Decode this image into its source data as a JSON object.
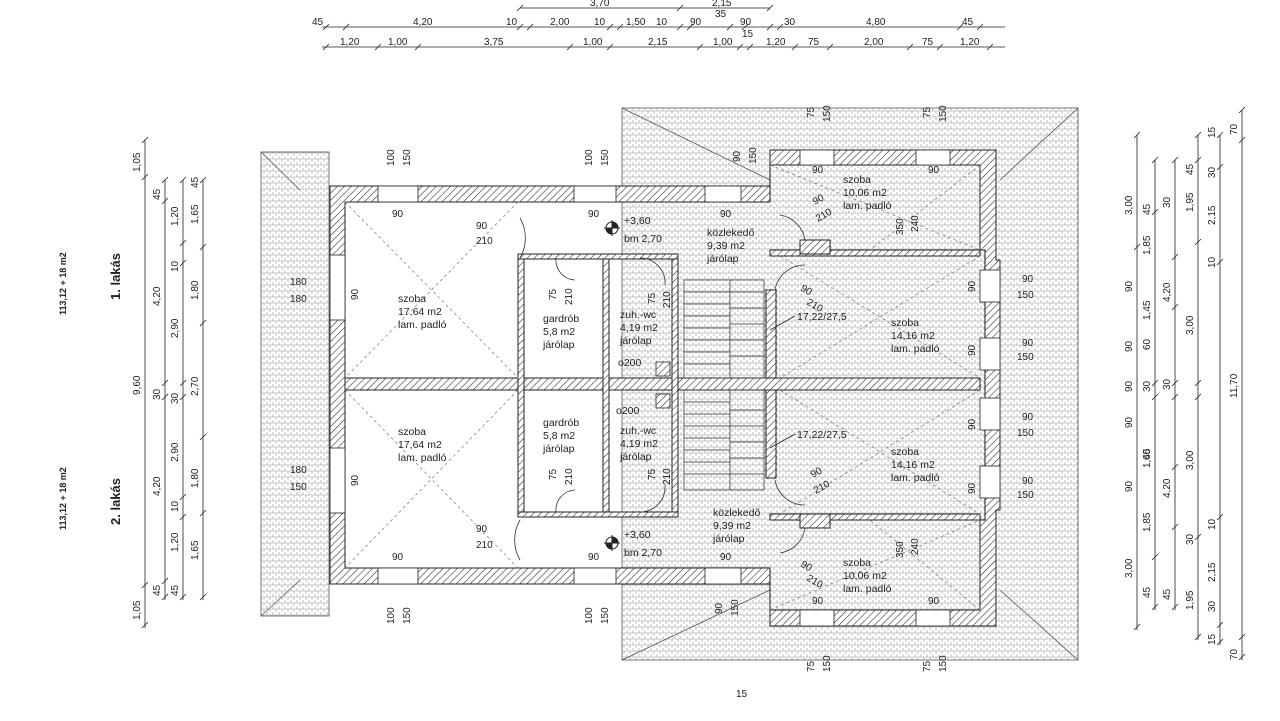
{
  "top_dims": {
    "row0": [
      "3,70",
      "2,15"
    ],
    "row1": [
      "45",
      "4,20",
      "10",
      "2,00",
      "10",
      "1,50",
      "10",
      "90",
      "90",
      "30",
      "4,80",
      "45"
    ],
    "row1b": [
      "35",
      "15"
    ],
    "row2": [
      "1,20",
      "1,00",
      "3,75",
      "1,00",
      "2,15",
      "1,00",
      "1,20",
      "75",
      "2,00",
      "75",
      "1,20"
    ]
  },
  "left_labels": {
    "unit1": "1. lakás",
    "unit1_area": "113,12 + 18 m2",
    "unit2": "2. lakás",
    "unit2_area": "113,12 + 18 m2"
  },
  "left_dims": {
    "outer": [
      "1,05",
      "9,60",
      "1,05"
    ],
    "mid": [
      "45",
      "4,20",
      "30",
      "4,20",
      "45"
    ],
    "inner": [
      "1,20",
      "10",
      "2,90",
      "30",
      "2,90",
      "10",
      "1,20"
    ],
    "inner2": [
      "45",
      "1,65",
      "1,80",
      "2,70",
      "1,80",
      "1,65",
      "45"
    ]
  },
  "right_dims": {
    "a": [
      "3,00",
      "1,85",
      "90",
      "1,45",
      "90",
      "90",
      "90",
      "1,45",
      "90",
      "1,85",
      "3,00"
    ],
    "b": [
      "45",
      "60",
      "30",
      "60",
      "45"
    ],
    "c": [
      "15",
      "45",
      "30",
      "4,20",
      "30",
      "4,20",
      "30",
      "45",
      "15"
    ],
    "d": [
      "1,95",
      "3,00",
      "3,00",
      "1,95"
    ],
    "e": [
      "30",
      "2,15",
      "10",
      "10",
      "2,15",
      "30"
    ],
    "f": [
      "70",
      "11,70",
      "70"
    ]
  },
  "rooms": {
    "szoba_w1": [
      "szoba",
      "17,64 m2",
      "lam. padló"
    ],
    "gardrob1": [
      "gardrób",
      "5,8 m2",
      "járólap"
    ],
    "zuh1": [
      "zuh.-wc",
      "4,19 m2",
      "járólap"
    ],
    "kozl1": [
      "közlekedő",
      "9,39 m2",
      "járólap"
    ],
    "szoba_ne1": [
      "szoba",
      "10,06 m2",
      "lam. padló"
    ],
    "szoba_e1": [
      "szoba",
      "14,16 m2",
      "lam. padló"
    ],
    "szoba_w2": [
      "szoba",
      "17,64 m2",
      "lam. padló"
    ],
    "gardrob2": [
      "gardrób",
      "5,8 m2",
      "járólap"
    ],
    "zuh2": [
      "zuh.-wc",
      "4,19 m2",
      "járólap"
    ],
    "kozl2": [
      "közlekedő",
      "9,39 m2",
      "járólap"
    ],
    "szoba_e2": [
      "szoba",
      "14,16 m2",
      "lam. padló"
    ],
    "szoba_se2": [
      "szoba",
      "10,06 m2",
      "lam. padló"
    ]
  },
  "levels": {
    "l1": "+3,60",
    "bm1": "bm 2,70",
    "l2": "+3,60",
    "bm2": "bm 2,70"
  },
  "stairs": {
    "s1": "17,22/27,5",
    "s2": "17,22/27,5"
  },
  "chimney": {
    "c1": "o200",
    "c2": "o200"
  },
  "openings": {
    "w90": "90",
    "w100": "100",
    "w150": "150",
    "w180": "180",
    "w210": "210",
    "w75": "75",
    "w240": "240",
    "w350": "350"
  },
  "page_number": "15"
}
